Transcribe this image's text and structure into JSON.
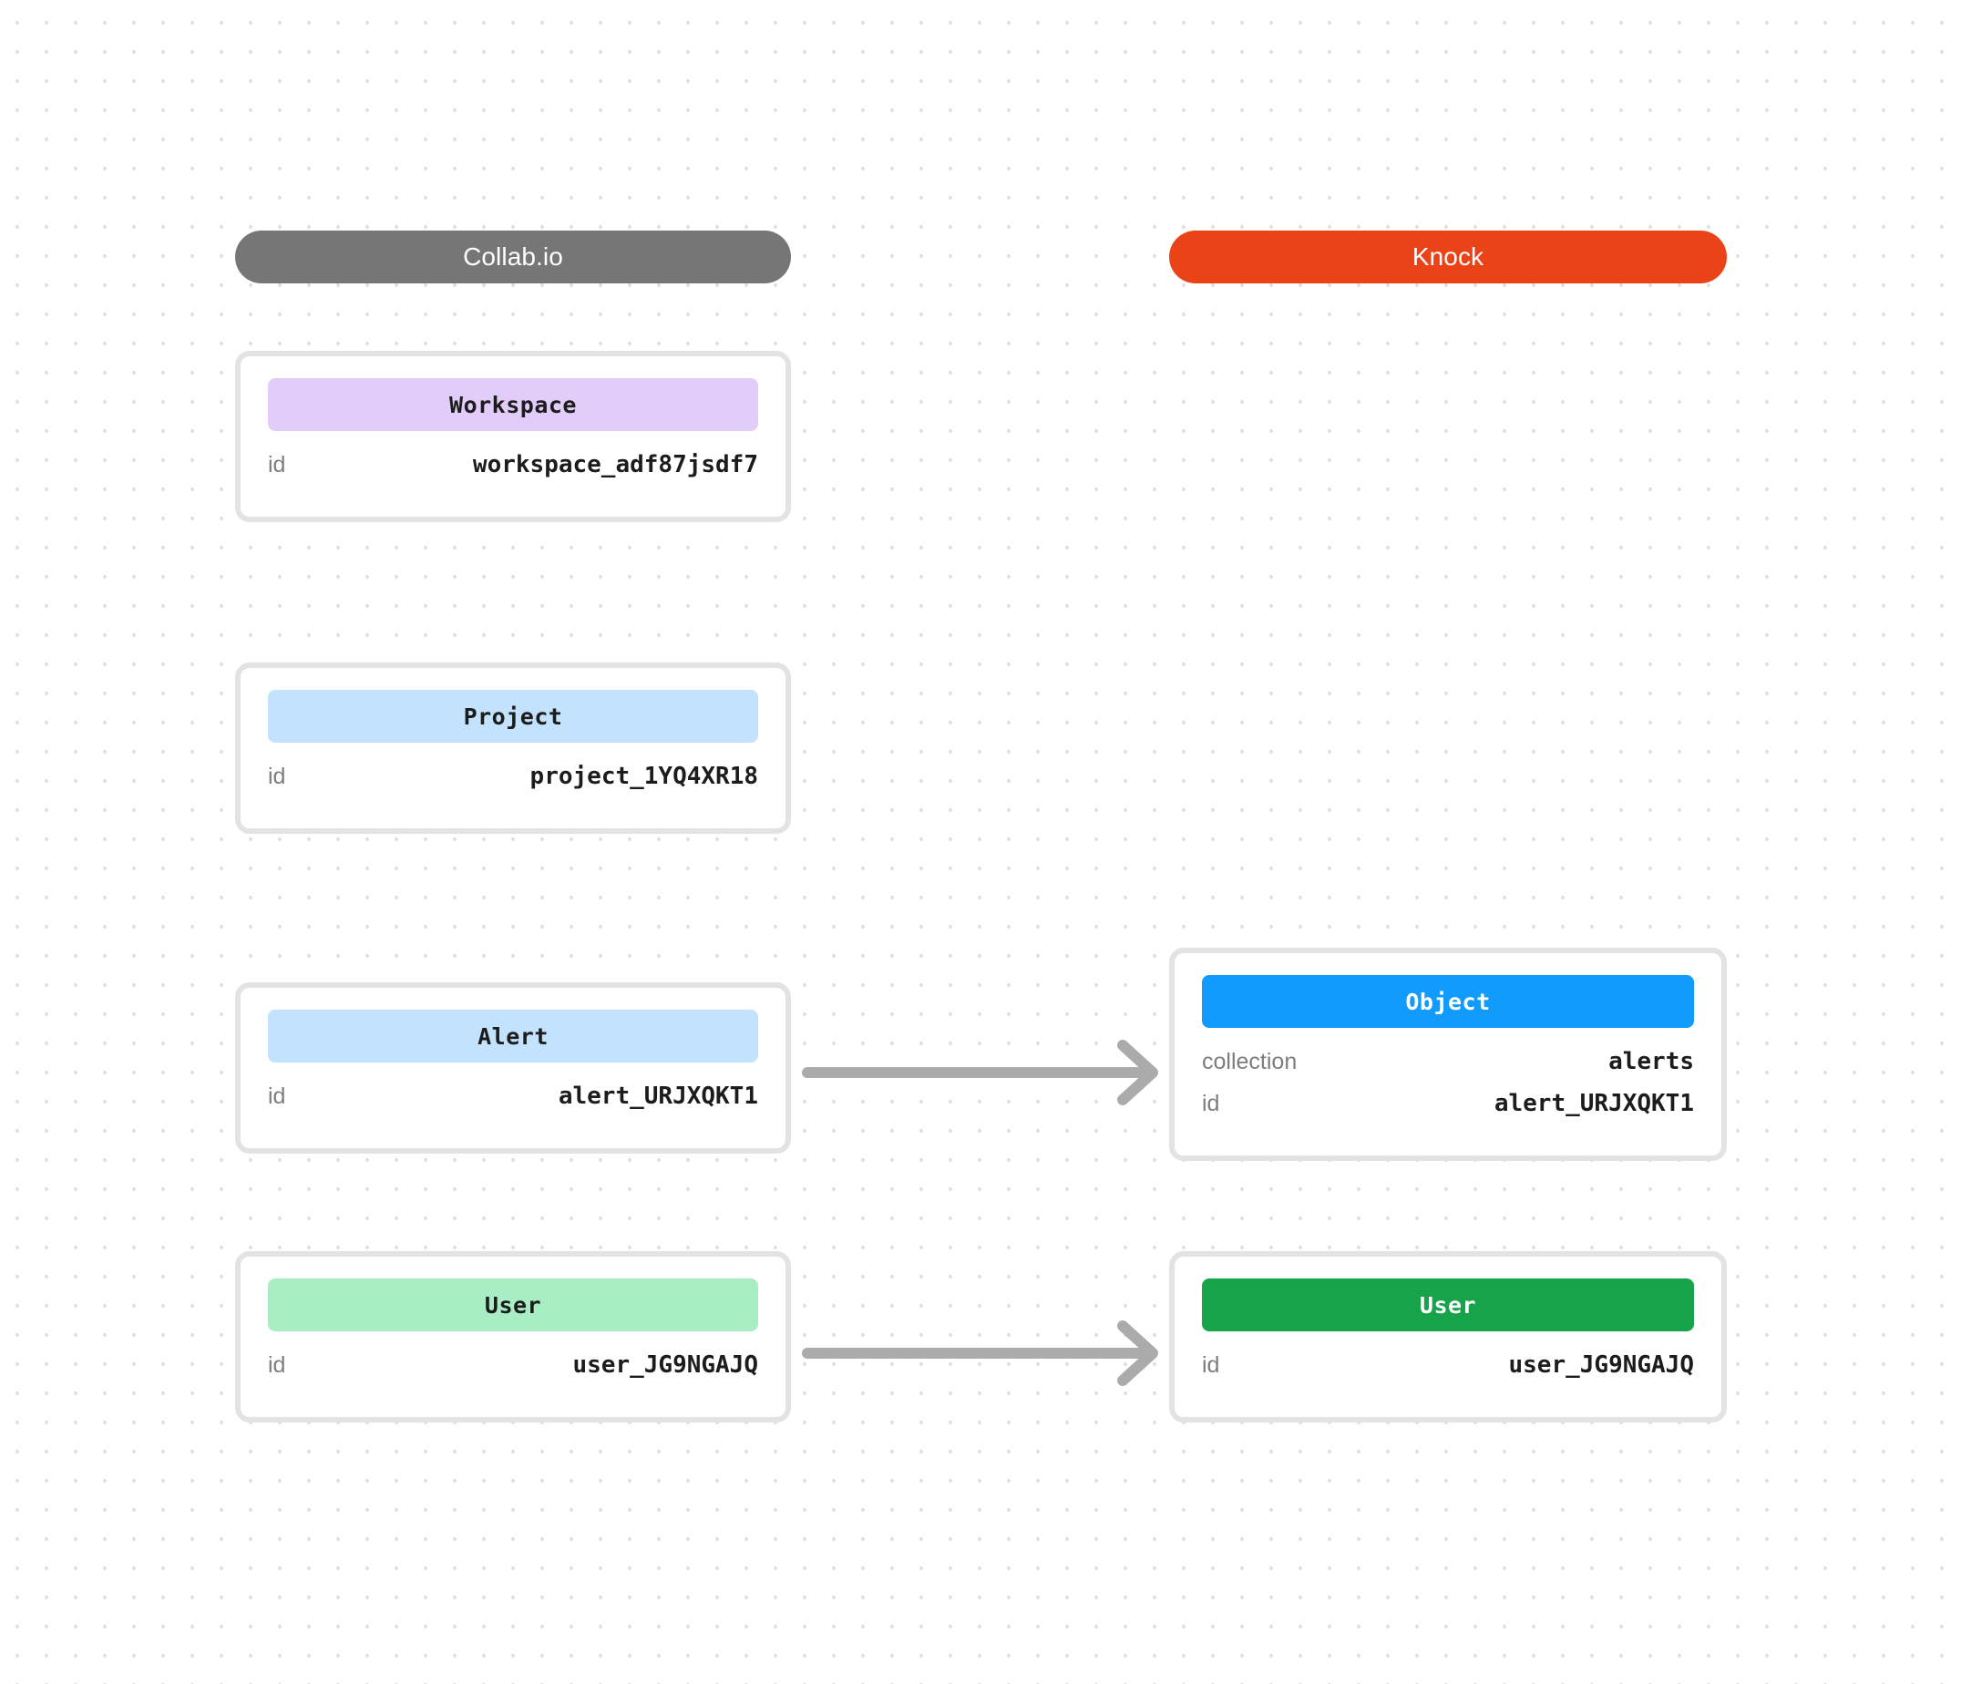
{
  "systems": [
    {
      "id": "collab",
      "label": "Collab.io",
      "color": "#767676"
    },
    {
      "id": "knock",
      "label": "Knock",
      "color": "#ea4318"
    }
  ],
  "cards": {
    "workspace": {
      "title": "Workspace",
      "header_color": "#e2cdfa",
      "rows": [
        {
          "key": "id",
          "value": "workspace_adf87jsdf7"
        }
      ]
    },
    "project": {
      "title": "Project",
      "header_color": "#c2e2fd",
      "rows": [
        {
          "key": "id",
          "value": "project_1YQ4XR18"
        }
      ]
    },
    "alert": {
      "title": "Alert",
      "header_color": "#c2e2fd",
      "rows": [
        {
          "key": "id",
          "value": "alert_URJXQKT1"
        }
      ]
    },
    "user_left": {
      "title": "User",
      "header_color": "#a9edc5",
      "rows": [
        {
          "key": "id",
          "value": "user_JG9NGAJQ"
        }
      ]
    },
    "object": {
      "title": "Object",
      "header_color": "#119bfc",
      "rows": [
        {
          "key": "collection",
          "value": "alerts"
        },
        {
          "key": "id",
          "value": "alert_URJXQKT1"
        }
      ]
    },
    "user_right": {
      "title": "User",
      "header_color": "#17a34a",
      "rows": [
        {
          "key": "id",
          "value": "user_JG9NGAJQ"
        }
      ]
    }
  },
  "arrows": [
    {
      "id": "alert-to-object",
      "from": "alert",
      "to": "object",
      "color": "#ababab"
    },
    {
      "id": "user-to-user",
      "from": "user_left",
      "to": "user_right",
      "color": "#ababab"
    }
  ],
  "colors": {
    "background": "#ffffff",
    "dot_grid": "#e0e0e0",
    "card_border": "#e3e3e3",
    "key_text": "#7d7d7d",
    "value_text": "#1c1c1c",
    "arrow": "#ababab"
  }
}
